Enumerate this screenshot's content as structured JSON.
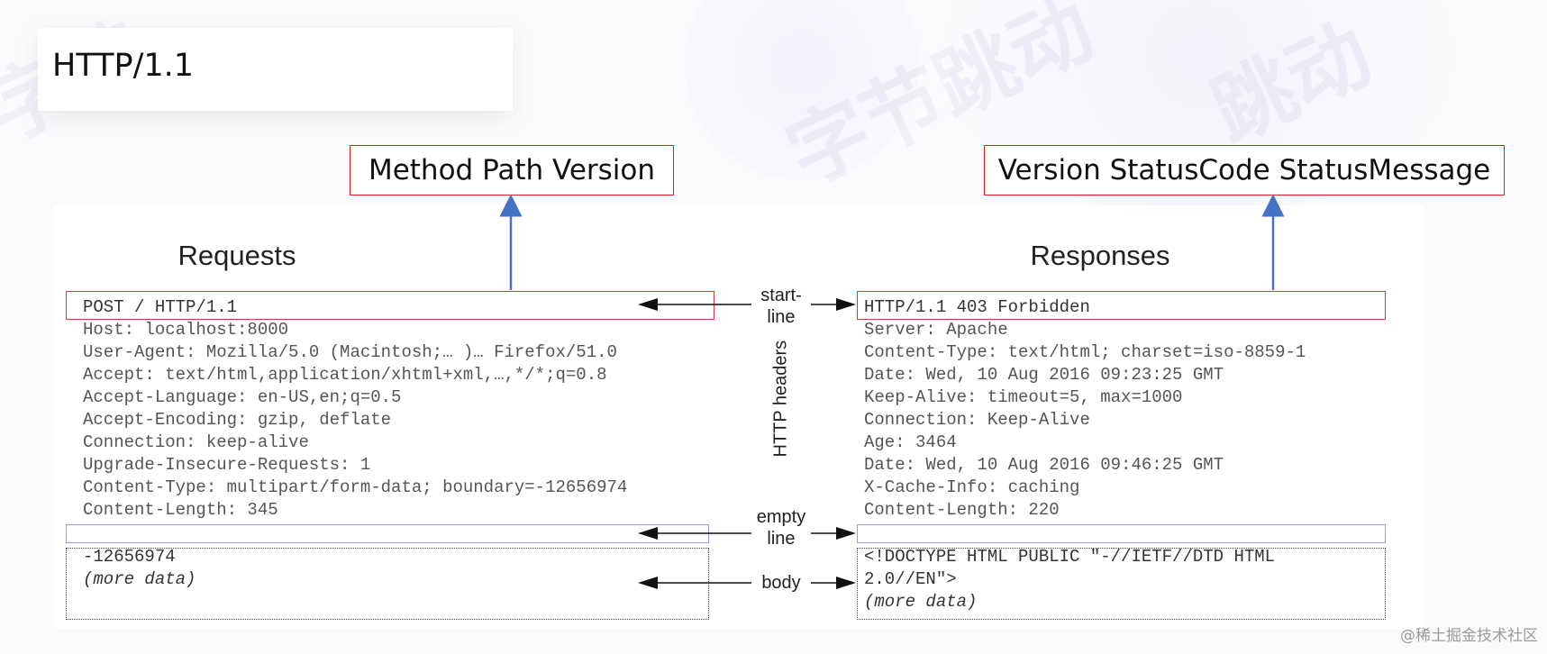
{
  "slide": {
    "title": "HTTP/1.1",
    "callouts": {
      "request_start_line": "Method Path Version",
      "response_start_line": "Version StatusCode StatusMessage"
    },
    "colors": {
      "callout_border": "#e02020",
      "start_line_box": "#d23b3b",
      "empty_line_box": "#9d98e0",
      "arrow_blue": "#4472c4",
      "arrow_black": "#111111"
    }
  },
  "request": {
    "heading": "Requests",
    "start_line": "POST / HTTP/1.1",
    "headers": [
      "Host: localhost:8000",
      "User-Agent: Mozilla/5.0 (Macintosh;… )… Firefox/51.0",
      "Accept: text/html,application/xhtml+xml,…,*/*;q=0.8",
      "Accept-Language: en-US,en;q=0.5",
      "Accept-Encoding: gzip, deflate",
      "Connection: keep-alive",
      "Upgrade-Insecure-Requests: 1",
      "Content-Type: multipart/form-data; boundary=-12656974",
      "Content-Length: 345"
    ],
    "body": [
      "-12656974",
      "(more data)"
    ]
  },
  "response": {
    "heading": "Responses",
    "start_line": "HTTP/1.1 403 Forbidden",
    "headers": [
      "Server: Apache",
      "Content-Type: text/html; charset=iso-8859-1",
      "Date: Wed, 10 Aug 2016 09:23:25 GMT",
      "Keep-Alive: timeout=5, max=1000",
      "Connection: Keep-Alive",
      "Age: 3464",
      "Date: Wed, 10 Aug 2016 09:46:25 GMT",
      "X-Cache-Info: caching",
      "Content-Length: 220"
    ],
    "body": [
      "<!DOCTYPE HTML PUBLIC \"-//IETF//DTD HTML",
      "2.0//EN\">",
      "(more data)"
    ]
  },
  "labels": {
    "start_line_1": "start-",
    "start_line_2": "line",
    "http_headers": "HTTP headers",
    "empty_line_1": "empty",
    "empty_line_2": "line",
    "body": "body"
  },
  "credit": "@稀土掘金技术社区"
}
